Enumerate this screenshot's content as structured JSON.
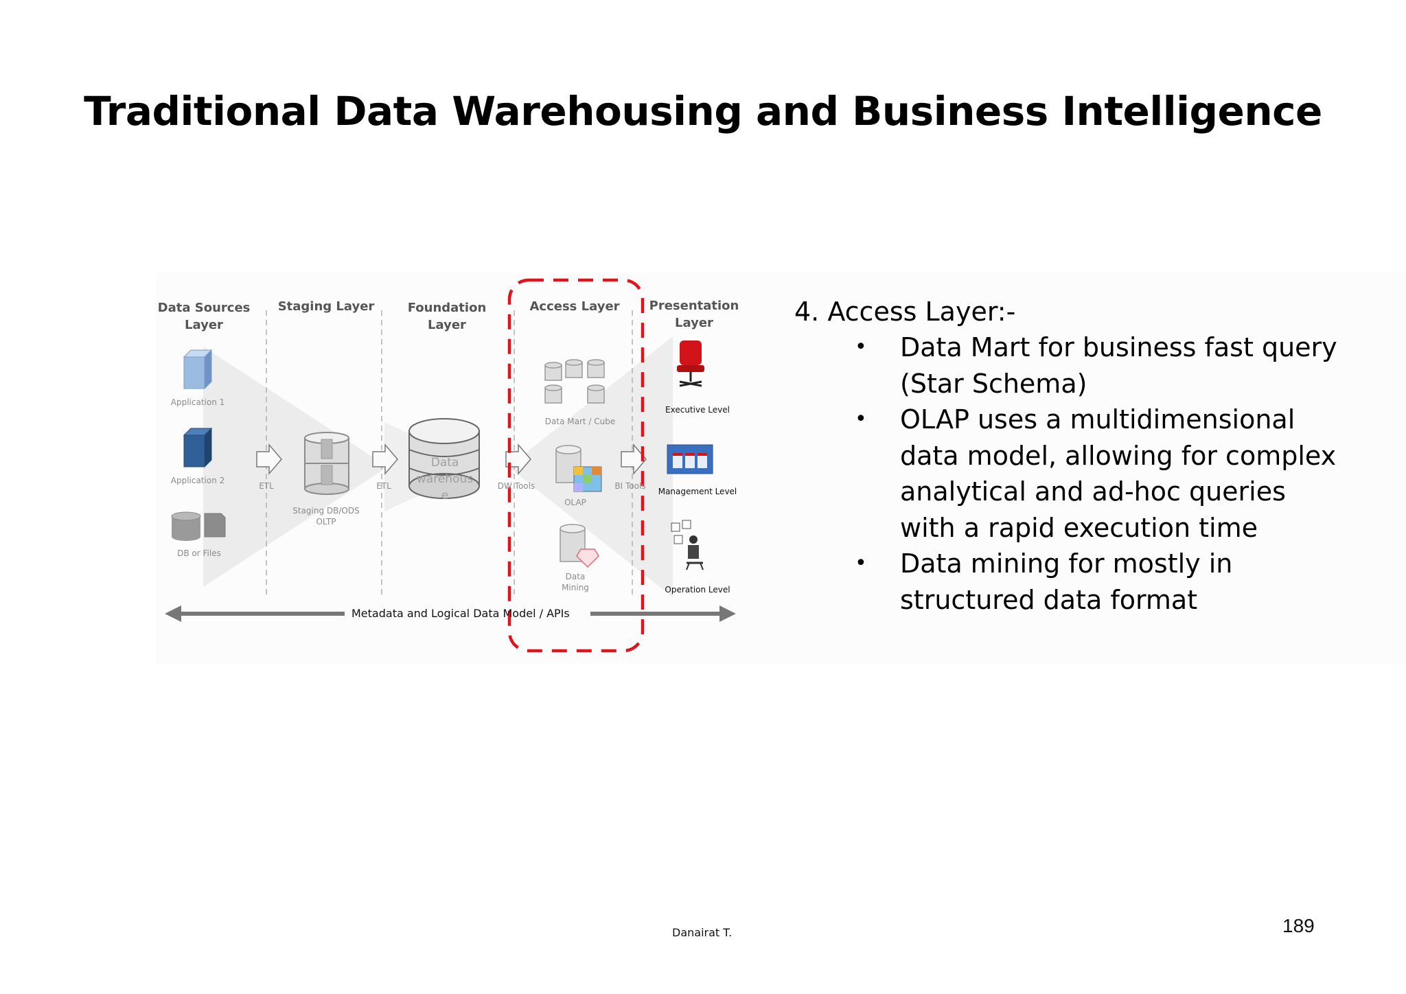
{
  "slide": {
    "title": "Traditional Data Warehousing and Business Intelligence",
    "author": "Danairat T.",
    "page_number": "189"
  },
  "diagram": {
    "layers": {
      "data_sources": "Data Sources\nLayer",
      "staging": "Staging Layer",
      "foundation": "Foundation\nLayer",
      "access": "Access Layer",
      "presentation": "Presentation Layer"
    },
    "sources": {
      "app1": "Application 1",
      "app2": "Application 2",
      "db_files": "DB or Files"
    },
    "flows": {
      "etl1": "ETL",
      "etl2": "ETL",
      "dw_tools": "DW Tools",
      "bi_tools": "BI Tools"
    },
    "staging_db": "Staging DB/ODS\nOLTP",
    "warehouse": "Data\nwarehous\ne",
    "access_items": {
      "data_mart": "Data Mart / Cube",
      "olap": "OLAP",
      "data_mining": "Data\nMining"
    },
    "presentation_levels": {
      "executive": "Executive Level",
      "management": "Management Level",
      "operation": "Operation Level"
    },
    "metadata": "Metadata and Logical Data Model / APIs",
    "highlight_color": "#e0141c"
  },
  "content": {
    "heading": "4. Access Layer:-",
    "bullets": [
      "Data Mart for business fast query (Star Schema)",
      "OLAP uses a multidimensional data model, allowing for complex analytical and ad-hoc queries with a rapid execution time",
      "Data mining for mostly in structured data format"
    ],
    "bullet_symbol": "•"
  }
}
